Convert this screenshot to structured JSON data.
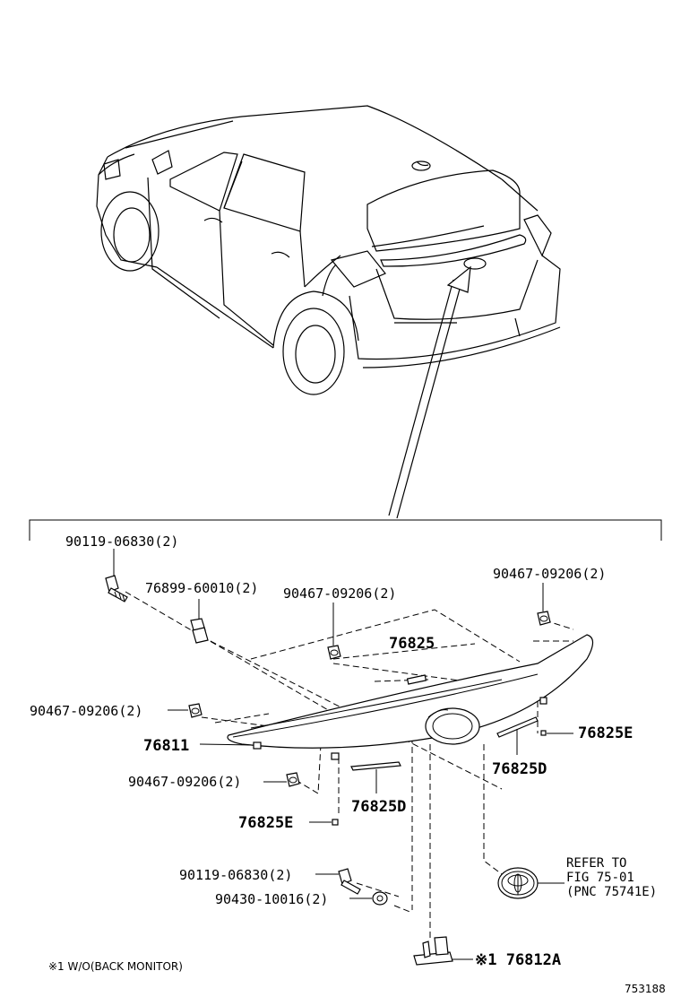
{
  "labels": {
    "bolt_top": "90119-06830(2)",
    "clip": "76899-60010(2)",
    "nut_mid": "90467-09206(2)",
    "nut_top_right": "90467-09206(2)",
    "part_76825": "76825",
    "nut_left": "90467-09206(2)",
    "part_76811": "76811",
    "part_76825E_right": "76825E",
    "nut_lower": "90467-09206(2)",
    "part_76825D_right": "76825D",
    "part_76825D_lower": "76825D",
    "part_76825E_lower": "76825E",
    "refer_line1": "REFER TO",
    "refer_line2": "FIG 75-01",
    "refer_line3": "(PNC 75741E)",
    "bolt_lower": "90119-06830(2)",
    "washer": "90430-10016(2)",
    "part_76812A": "※1 76812A",
    "footnote": "※1 W/O(BACK MONITOR)",
    "figure_id": "753188"
  },
  "icons": [
    "car-outline-icon",
    "toyota-emblem-icon",
    "camera-bracket-icon"
  ]
}
